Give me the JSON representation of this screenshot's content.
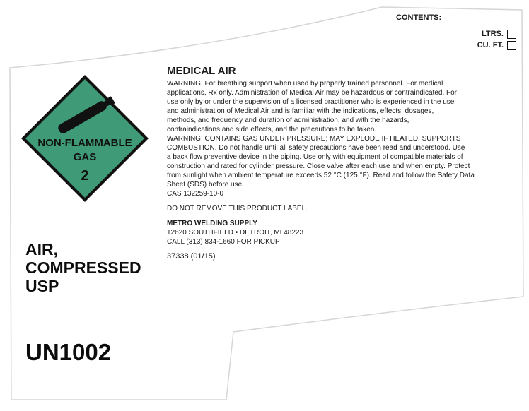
{
  "product": {
    "name_lines": [
      "AIR,",
      "COMPRESSED",
      "USP"
    ],
    "un_number": "UN1002"
  },
  "hazard_placard": {
    "line1": "NON-FLAMMABLE",
    "line2": "GAS",
    "class_number": "2",
    "icon": "gas-cylinder-icon",
    "color": "#3f9a78"
  },
  "label_code": "37338 (01/15)",
  "contents": {
    "heading": "CONTENTS:",
    "options": [
      "LTRS.",
      "CU. FT."
    ]
  },
  "medical": {
    "title": "MEDICAL AIR",
    "lines": [
      "WARNING: For breathing support when used by properly trained personnel. For medical",
      "applications, Rx only. Administration of Medical Air may be hazardous or contraindicated. For",
      "use only by or under the supervision of a licensed practitioner who is experienced in the use",
      "and administration of Medical Air and is familiar with the indications, effects, dosages,",
      "methods, and frequency and duration of administration, and with the hazards,",
      "contraindications and side effects, and the precautions to be taken.",
      "WARNING: CONTAINS GAS UNDER PRESSURE; MAY EXPLODE IF HEATED. SUPPORTS",
      "COMBUSTION. Do not handle until all safety precautions have been read and understood. Use",
      "a back flow preventive device in the piping. Use only with equipment of compatible materials of",
      "construction and rated for cylinder pressure. Close valve after each use and when empty. Protect",
      "from sunlight when ambient temperature exceeds 52 °C (125 °F). Read and follow the Safety Data",
      "Sheet (SDS) before use.",
      "CAS 132259-10-0"
    ]
  },
  "notice": "DO NOT REMOVE THIS PRODUCT LABEL.",
  "supplier": {
    "name": "METRO WELDING SUPPLY",
    "address": "12620 SOUTHFIELD • DETROIT, MI   48223",
    "phone": "CALL (313) 834-1660 FOR PICKUP"
  }
}
